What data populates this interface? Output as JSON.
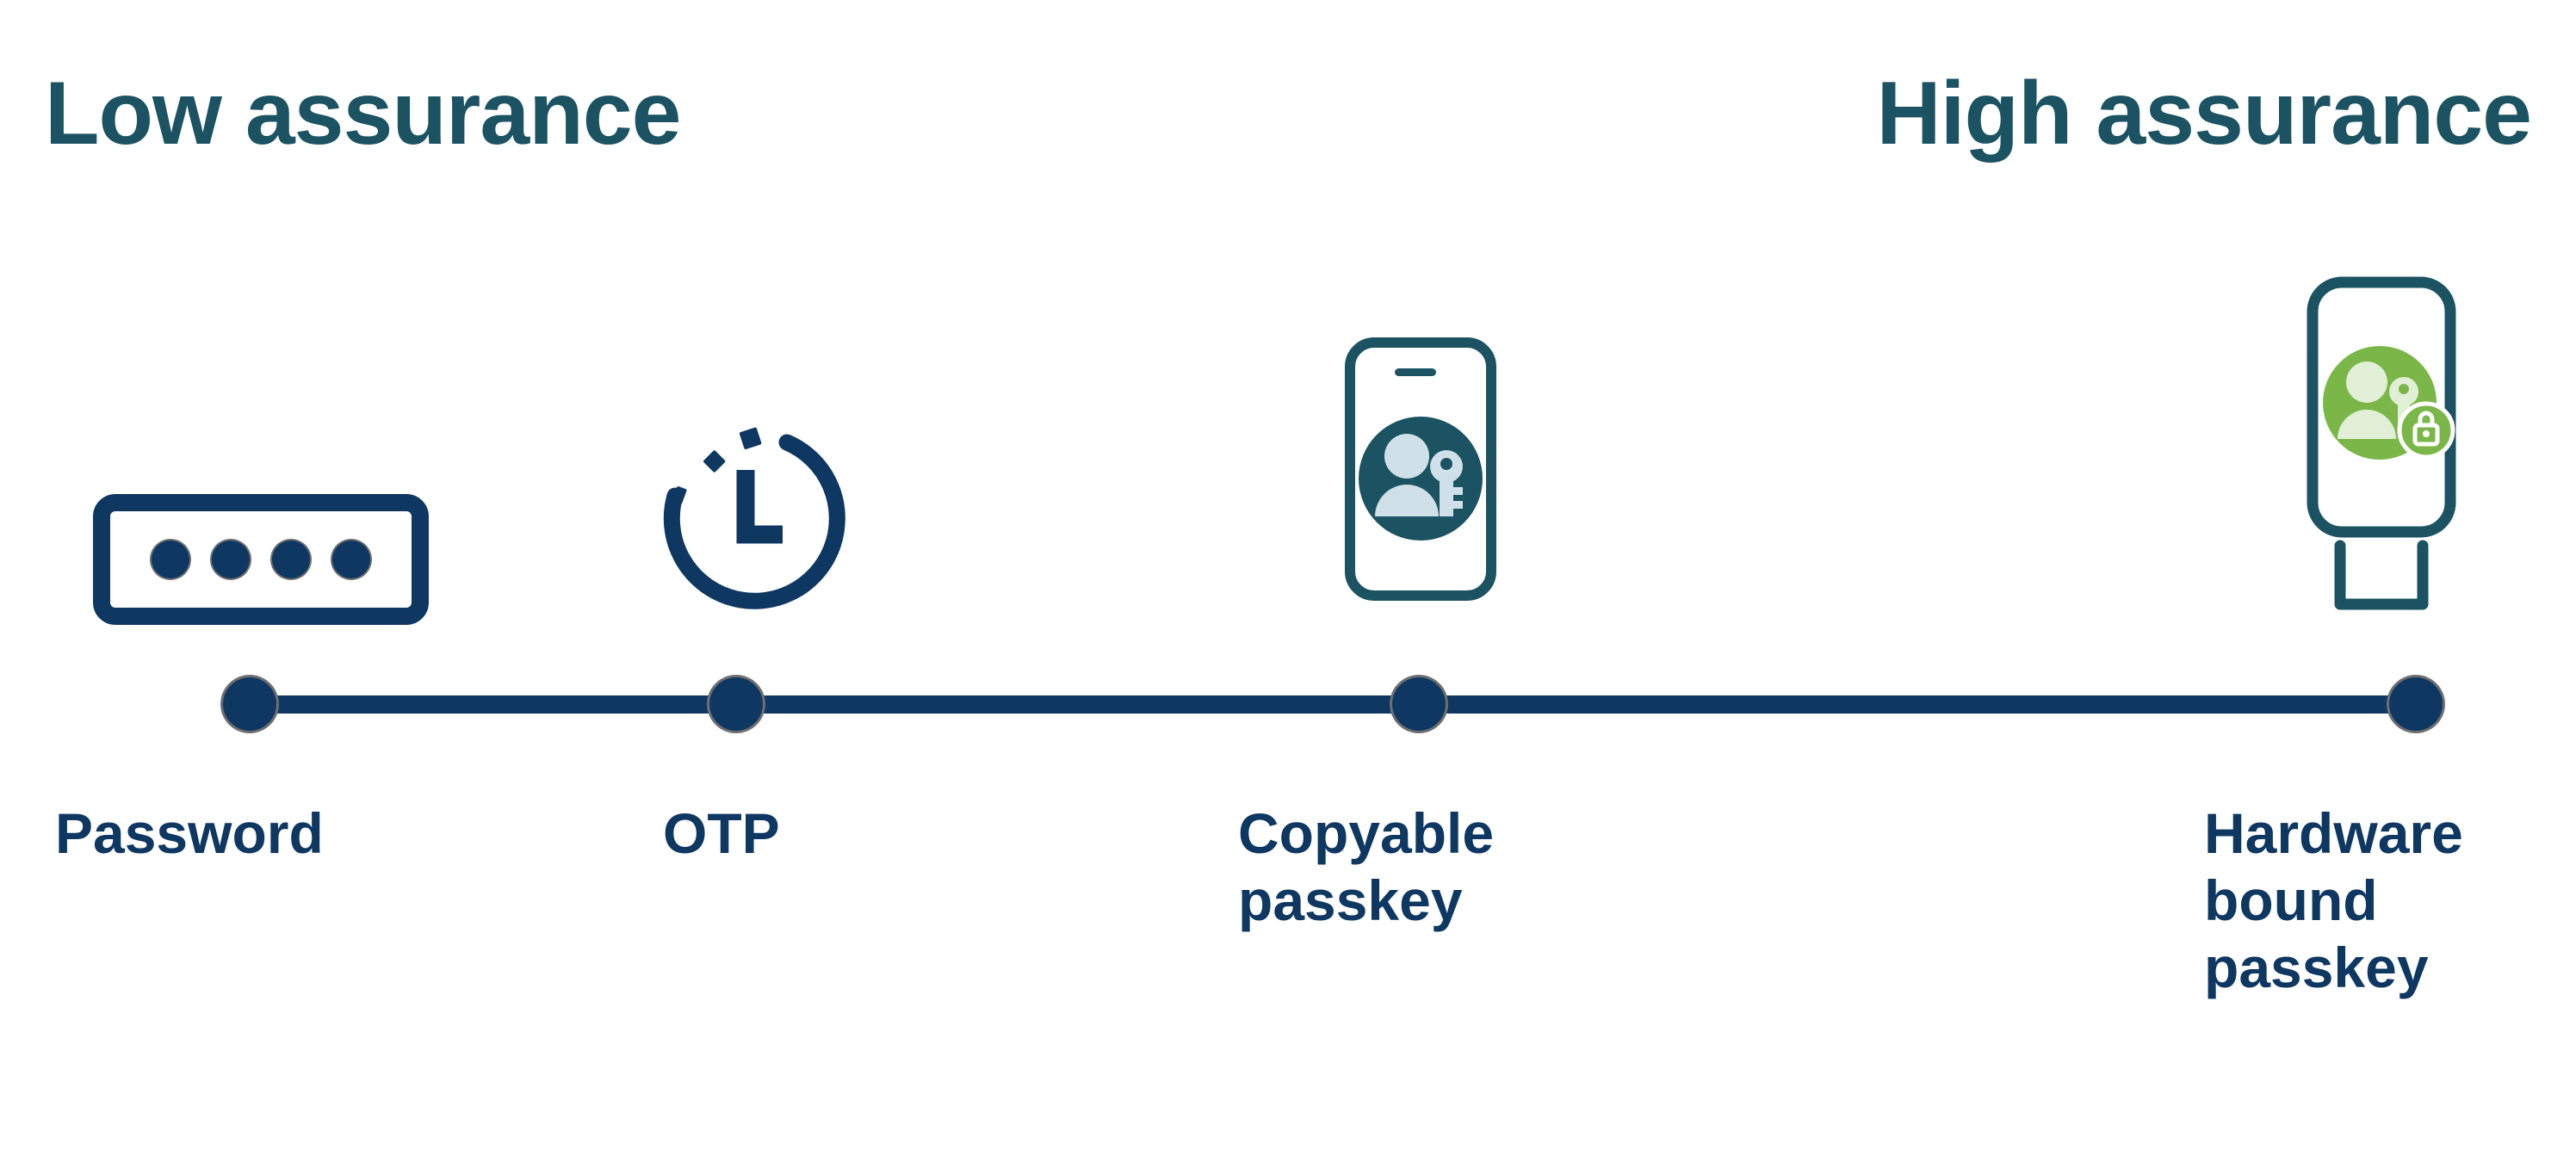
{
  "diagram": {
    "type": "assurance-spectrum-timeline",
    "background_color": "#ffffff",
    "heading_color": "#1b5362",
    "node_color": "#0e3761",
    "accent_green": "#7ab648",
    "accent_teal": "#1b5362",
    "scale": {
      "low_label": "Low assurance",
      "high_label": "High assurance"
    },
    "nodes": [
      {
        "id": "password",
        "label": "Password",
        "icon": "password-dots-icon",
        "icon_color": "#0e3761",
        "position_pct": 0
      },
      {
        "id": "otp",
        "label": "OTP",
        "icon": "clock-timer-icon",
        "icon_color": "#0e3761",
        "position_pct": 22.4
      },
      {
        "id": "copyable-passkey",
        "label": "Copyable\npasskey",
        "label_line1": "Copyable",
        "label_line2": "passkey",
        "icon": "phone-passkey-icon",
        "icon_color": "#1b5362",
        "position_pct": 54
      },
      {
        "id": "hardware-bound-passkey",
        "label": "Hardware bound passkey",
        "label_line1": "Hardware",
        "label_line2": "bound",
        "label_line3": "passkey",
        "icon": "security-key-passkey-lock-icon",
        "icon_color": "#7ab648",
        "position_pct": 100
      }
    ]
  }
}
